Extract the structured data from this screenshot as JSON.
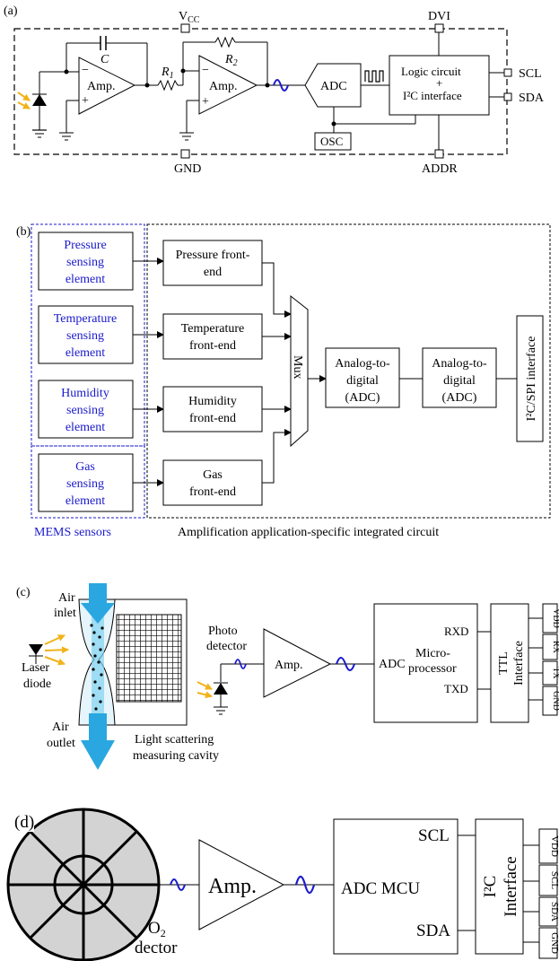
{
  "panel_a": {
    "label": "(a)",
    "vcc": "V",
    "vcc_sub": "CC",
    "dvi": "DVI",
    "gnd": "GND",
    "addr": "ADDR",
    "cap_c": "C",
    "amp1": "Amp.",
    "amp2": "Amp.",
    "r1": "R",
    "r1_sub": "1",
    "r2": "R",
    "r2_sub": "2",
    "adc": "ADC",
    "osc": "OSC",
    "logic_line1": "Logic circuit",
    "logic_line2": "+",
    "logic_line3": "I²C interface",
    "scl": "SCL",
    "sda": "SDA"
  },
  "panel_b": {
    "label": "(b)",
    "pressure_elem": [
      "Pressure",
      "sensing",
      "element"
    ],
    "temp_elem": [
      "Temperature",
      "sensing",
      "element"
    ],
    "humid_elem": [
      "Humidity",
      "sensing",
      "element"
    ],
    "gas_elem": [
      "Gas",
      "sensing",
      "element"
    ],
    "pressure_fe": [
      "Pressure front-",
      "end"
    ],
    "temp_fe": [
      "Temperature",
      "front-end"
    ],
    "humid_fe": [
      "Humidity",
      "front-end"
    ],
    "gas_fe": [
      "Gas",
      "front-end"
    ],
    "mux": "Mux",
    "adc1": [
      "Analog-to-",
      "digital",
      "(ADC)"
    ],
    "adc2": [
      "Analog-to-",
      "digital",
      "(ADC)"
    ],
    "interface": "I²C/SPI interface",
    "mems_caption": "MEMS sensors",
    "asic_caption": "Amplification application-specific integrated circuit"
  },
  "panel_c": {
    "label": "(c)",
    "air_inlet": [
      "Air",
      "inlet"
    ],
    "air_outlet": [
      "Air",
      "outlet"
    ],
    "laser": [
      "Laser",
      "diode"
    ],
    "cavity": [
      "Light scattering",
      "measuring cavity"
    ],
    "photo": [
      "Photo",
      "detector"
    ],
    "amp": "Amp.",
    "adc": "ADC",
    "micro": [
      "Micro-",
      "processor"
    ],
    "rxd": "RXD",
    "txd": "TXD",
    "ttl": [
      "TTL",
      "Interface"
    ],
    "pins": [
      "VDD",
      "RX",
      "TX",
      "GND"
    ]
  },
  "panel_d": {
    "label": "(d)",
    "o2": "O",
    "o2_sub": "2",
    "dector": "dector",
    "amp": "Amp.",
    "adc_mcu": "ADC MCU",
    "scl": "SCL",
    "sda": "SDA",
    "i2c": [
      "I²C",
      "Interface"
    ],
    "pins": [
      "VDD",
      "SCL",
      "SDA",
      "GND"
    ]
  }
}
